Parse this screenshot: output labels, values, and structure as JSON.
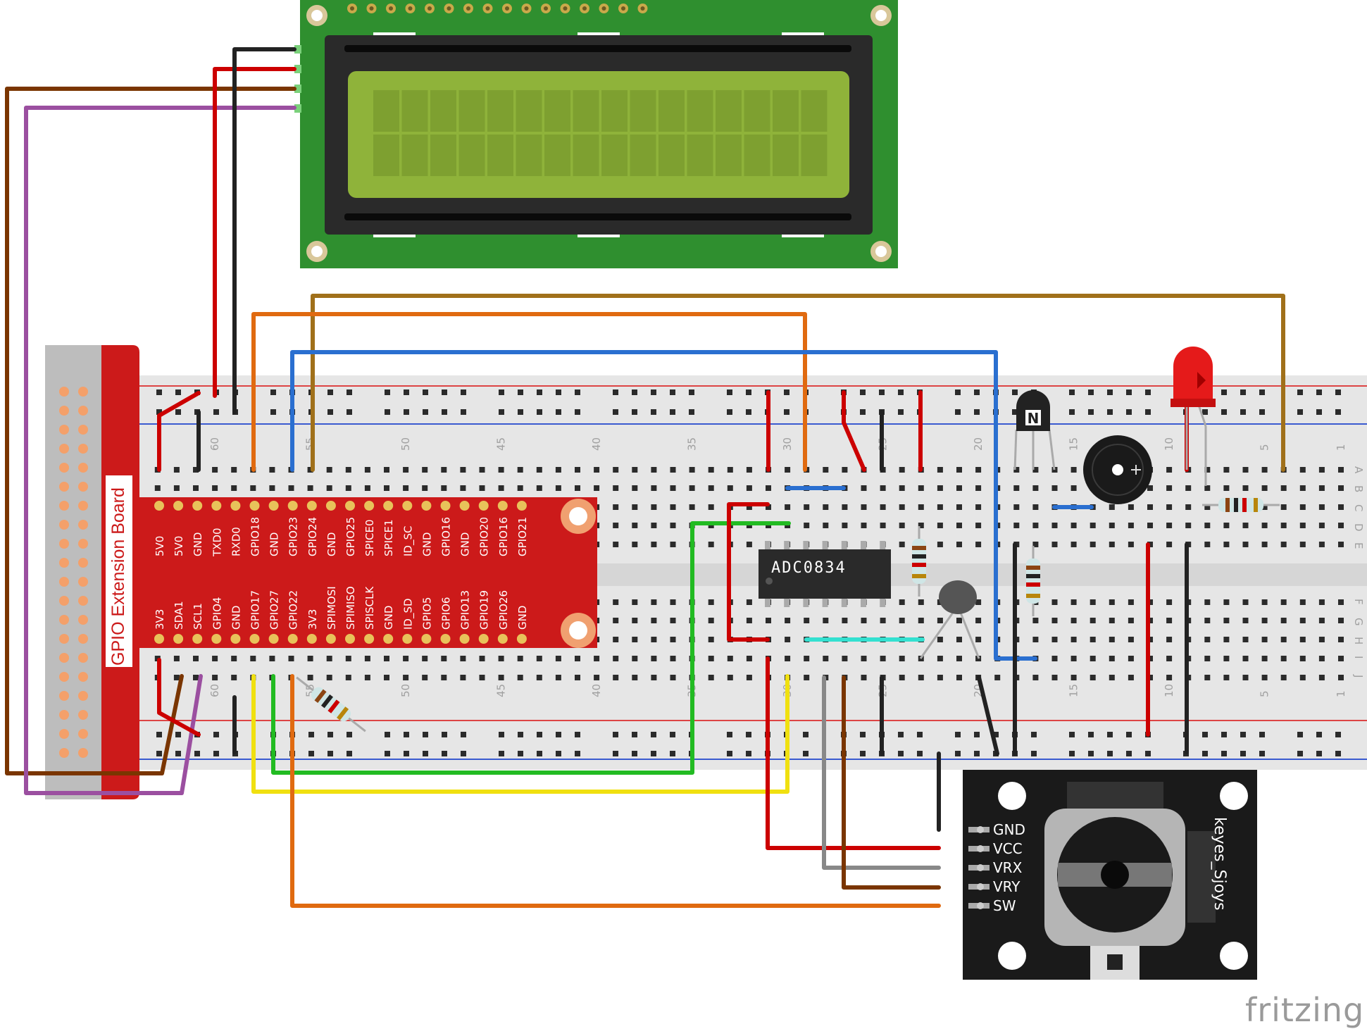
{
  "lcd": {
    "name": "lcd-1602-module"
  },
  "gpio_board": {
    "title": "GPIO Extension Board",
    "top_pins": [
      "5V0",
      "5V0",
      "GND",
      "TXD0",
      "RXD0",
      "GPIO18",
      "GND",
      "GPIO23",
      "GPIO24",
      "GND",
      "GPIO25",
      "SPICE0",
      "SPICE1",
      "ID_SC",
      "GND",
      "GPIO16",
      "GND",
      "GPIO20",
      "GPIO16",
      "GPIO21"
    ],
    "bottom_pins": [
      "3V3",
      "SDA1",
      "SCL1",
      "GPIO4",
      "GND",
      "GPIO17",
      "GPIO27",
      "GPIO22",
      "3V3",
      "SPIMOSI",
      "SPIMISO",
      "SPISCLK",
      "GND",
      "ID_SD",
      "GPIO5",
      "GPIO6",
      "GPIO13",
      "GPIO19",
      "GPIO26",
      "GND"
    ]
  },
  "breadboard": {
    "column_numbers_top": [
      "60",
      "55",
      "50",
      "45",
      "40",
      "35",
      "30",
      "25",
      "20",
      "15",
      "10",
      "5",
      "1"
    ],
    "column_numbers_bottom": [
      "60",
      "55",
      "50",
      "45",
      "40",
      "35",
      "30",
      "25",
      "20",
      "15",
      "10",
      "5",
      "1"
    ],
    "row_letters_top": [
      "A",
      "B",
      "C",
      "D",
      "E"
    ],
    "row_letters_bottom": [
      "F",
      "G",
      "H",
      "I",
      "J"
    ]
  },
  "adc_chip": {
    "label": "ADC0834"
  },
  "transistor": {
    "label": "N"
  },
  "joystick": {
    "pins": [
      "GND",
      "VCC",
      "VRX",
      "VRY",
      "SW"
    ],
    "label": "keyes_Sjoys"
  },
  "watermark": "fritzing",
  "colors": {
    "lcd_pcb": "#2f8f2f",
    "lcd_screen": "#8fb33a",
    "gpio_red": "#cc1a1a",
    "breadboard": "#e6e6e6",
    "wire_red": "#cc0000",
    "wire_black": "#222222",
    "wire_brown": "#7a3500",
    "wire_purple": "#9b4fa0",
    "wire_orange": "#e06a10",
    "wire_gold": "#a0701a",
    "wire_blue": "#2a6fd0",
    "wire_green": "#22bb22",
    "wire_yellow": "#f0e010",
    "wire_gray": "#888888",
    "wire_cyan": "#33e0d0"
  }
}
